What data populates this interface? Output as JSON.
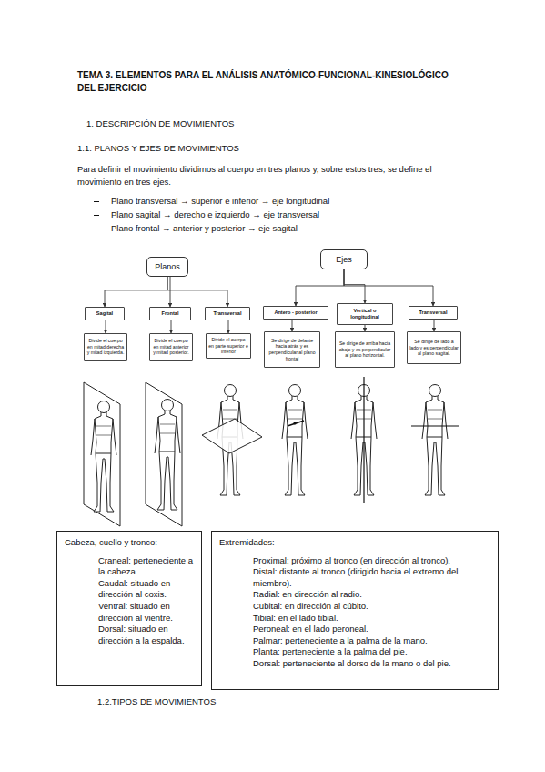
{
  "diagram": {
    "title": "TEMA 3. ELEMENTOS PARA EL ANÁLISIS ANATÓMICO-FUNCIONAL-KINESIOLÓGICO DEL EJERCICIO",
    "nodes": [
      {
        "text": [
          "Planos"
        ]
      },
      {
        "text": [
          "Sagital"
        ]
      },
      {
        "text": [
          "Frontal"
        ]
      },
      {
        "text": [
          "Transversal"
        ]
      },
      {
        "text": [
          "Ejes"
        ]
      },
      {
        "text": [
          "Antero - posterior"
        ]
      },
      {
        "text": [
          "Vertical o longitudinal"
        ]
      },
      {
        "text": [
          "Transversal"
        ]
      },
      {
        "text": [
          "Divide el cuerpo en mitad derecha y mitad izquierda."
        ]
      },
      {
        "text": [
          "Divide el cuerpo en mitad anterior y mitad posterior."
        ]
      },
      {
        "text": [
          "Divide el cuerpo en parte superior e inferior"
        ]
      },
      {
        "text": [
          "Se dirige de delante hacia atrás y es perpendicular al plano frontal"
        ]
      },
      {
        "text": [
          "Se dirige de arriba hacia abajo y es perpendicular al plano horizontal."
        ]
      },
      {
        "text": [
          "Se dirige de lado a lado y es perpendicular al plano sagital."
        ]
      },
      {
        "text": [
          "Cabeza, cuello y tronco:",
          "Craneal: perteneciente a la cabeza.",
          "Caudal: situado en dirección al coxis.",
          "Ventral: situado en dirección al vientre.",
          "Dorsal: situado en dirección a la espalda."
        ]
      },
      {
        "text": [
          "Extremidades:",
          "Proximal: próximo al tronco (en dirección al tronco).",
          "Distal: distante al tronco (dirigido hacia el extremo del miembro).",
          "Radial: en dirección al radio.",
          "Cubital: en dirección al cúbito.",
          "Tibial: en el lado tibial.",
          "Peroneal: en el lado peroneal.",
          "Palmar: perteneciente a la palma de la mano.",
          "Planta: perteneciente a la palma del pie.",
          "Dorsal: perteneciente al dorso de la mano o del pie."
        ]
      }
    ],
    "edges": [
      {
        "from": 0,
        "to": 1,
        "arrow": "to"
      },
      {
        "from": 0,
        "to": 2,
        "arrow": "to"
      },
      {
        "from": 0,
        "to": 3,
        "arrow": "to"
      },
      {
        "from": 1,
        "to": 8,
        "arrow": "to"
      },
      {
        "from": 2,
        "to": 9,
        "arrow": "to"
      },
      {
        "from": 3,
        "to": 10,
        "arrow": "to"
      },
      {
        "from": 4,
        "to": 5,
        "arrow": "to"
      },
      {
        "from": 4,
        "to": 6,
        "arrow": "to"
      },
      {
        "from": 4,
        "to": 7,
        "arrow": "to"
      },
      {
        "from": 5,
        "to": 11,
        "arrow": "to"
      },
      {
        "from": 6,
        "to": 12,
        "arrow": "to"
      },
      {
        "from": 7,
        "to": 13,
        "arrow": "to"
      }
    ],
    "labels": [
      "1.   DESCRIPCIÓN DE MOVIMIENTOS",
      "1.1.  PLANOS Y EJES DE MOVIMIENTOS",
      "Para definir el movimiento dividimos al cuerpo en tres planos y, sobre estos tres, se define el movimiento en tres ejes.",
      "Plano transversal → superior e inferior → eje longitudinal",
      "Plano sagital → derecho e izquierdo → eje transversal",
      "Plano frontal → anterior y posterior → eje sagital",
      "1.2.TIPOS DE MOVIMIENTOS"
    ]
  }
}
